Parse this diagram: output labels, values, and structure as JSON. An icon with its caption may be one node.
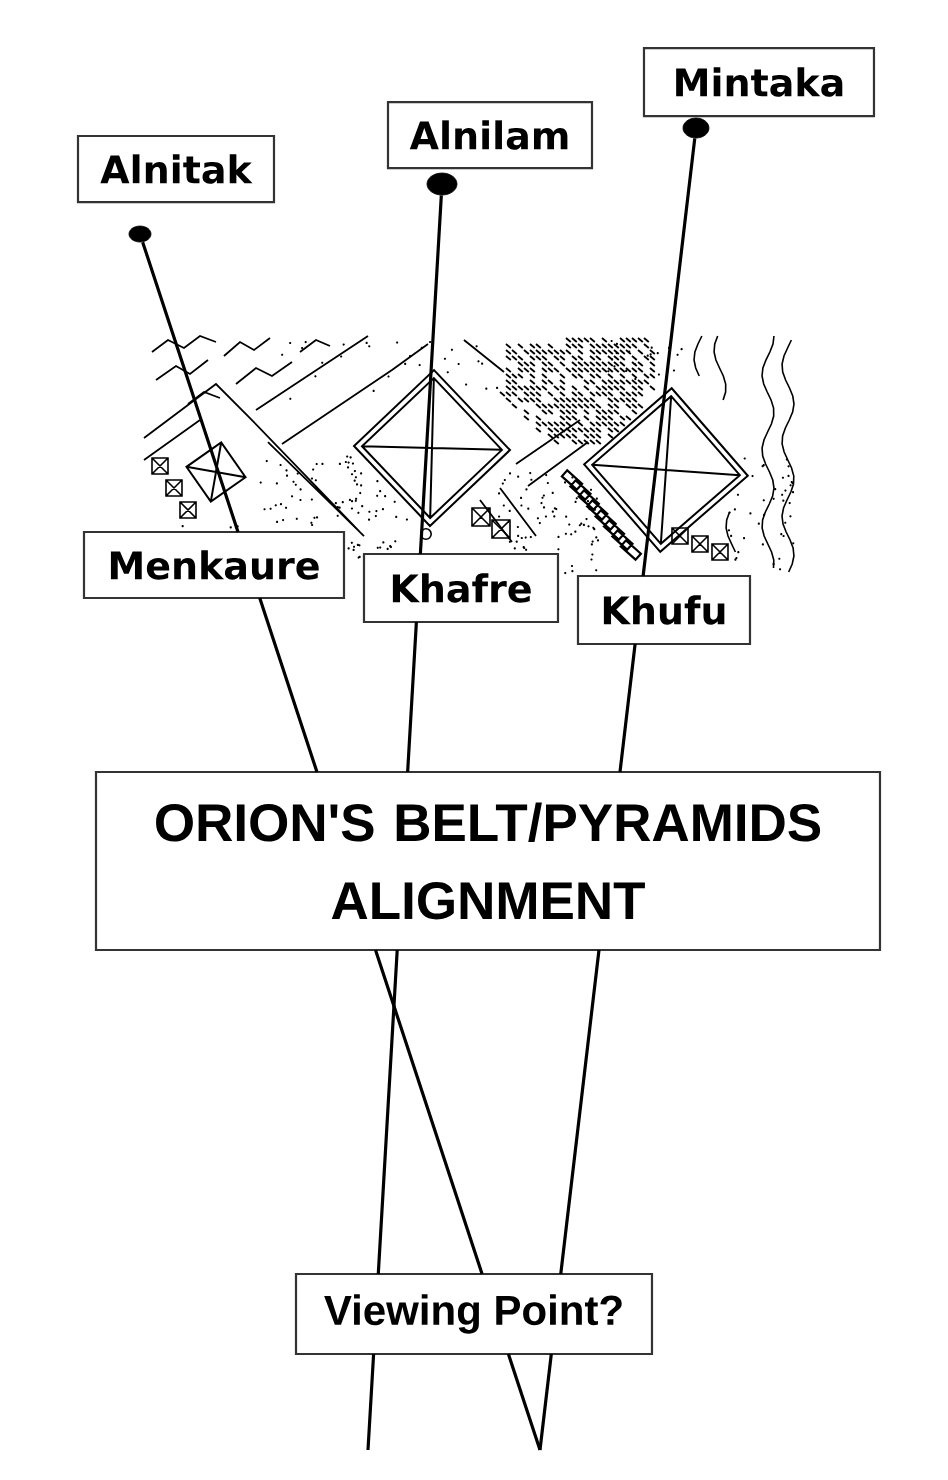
{
  "diagram": {
    "nodes": [
      {
        "text": [
          "Alnitak"
        ]
      },
      {
        "text": [
          "Alnilam"
        ]
      },
      {
        "text": [
          "Mintaka"
        ]
      },
      {
        "text": [],
        "shape": "circle"
      },
      {
        "text": [],
        "shape": "circle"
      },
      {
        "text": [],
        "shape": "circle"
      },
      {
        "text": [
          "Menkaure"
        ]
      },
      {
        "text": [
          "Khafre"
        ]
      },
      {
        "text": [
          "Khufu"
        ]
      },
      {
        "text": [
          "ORION'S BELT/PYRAMIDS ALIGNMENT"
        ]
      },
      {
        "text": [
          "Viewing Point?"
        ]
      }
    ],
    "edges": [
      {
        "from": 3,
        "to": null,
        "arrow": "none"
      },
      {
        "from": 4,
        "to": null,
        "arrow": "none"
      },
      {
        "from": 5,
        "to": null,
        "arrow": "none"
      }
    ]
  }
}
